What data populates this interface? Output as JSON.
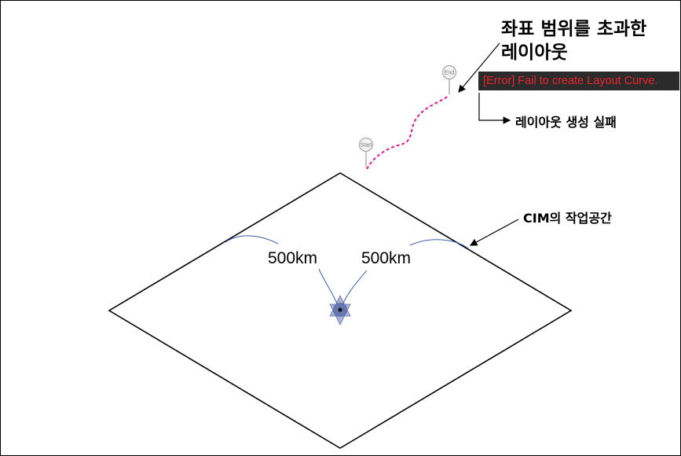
{
  "annotations": {
    "out_of_range_title": [
      "좌표 범위를 초과한",
      "레이아웃"
    ],
    "error_message": "[Error]  Fail to create Layout Curve.",
    "layout_fail": "레이아웃 생성 실패",
    "cim_workspace": "CIM의 작업공간"
  },
  "distances": {
    "left": "500km",
    "right": "500km"
  },
  "pins": {
    "start": "Start",
    "end": "End"
  },
  "colors": {
    "error_text": "#e8262b",
    "error_bg": "#2b2b2b",
    "curve": "#e0189a",
    "radius_arc": "#3a5fb0",
    "center_marker": "#6f7fb8"
  }
}
